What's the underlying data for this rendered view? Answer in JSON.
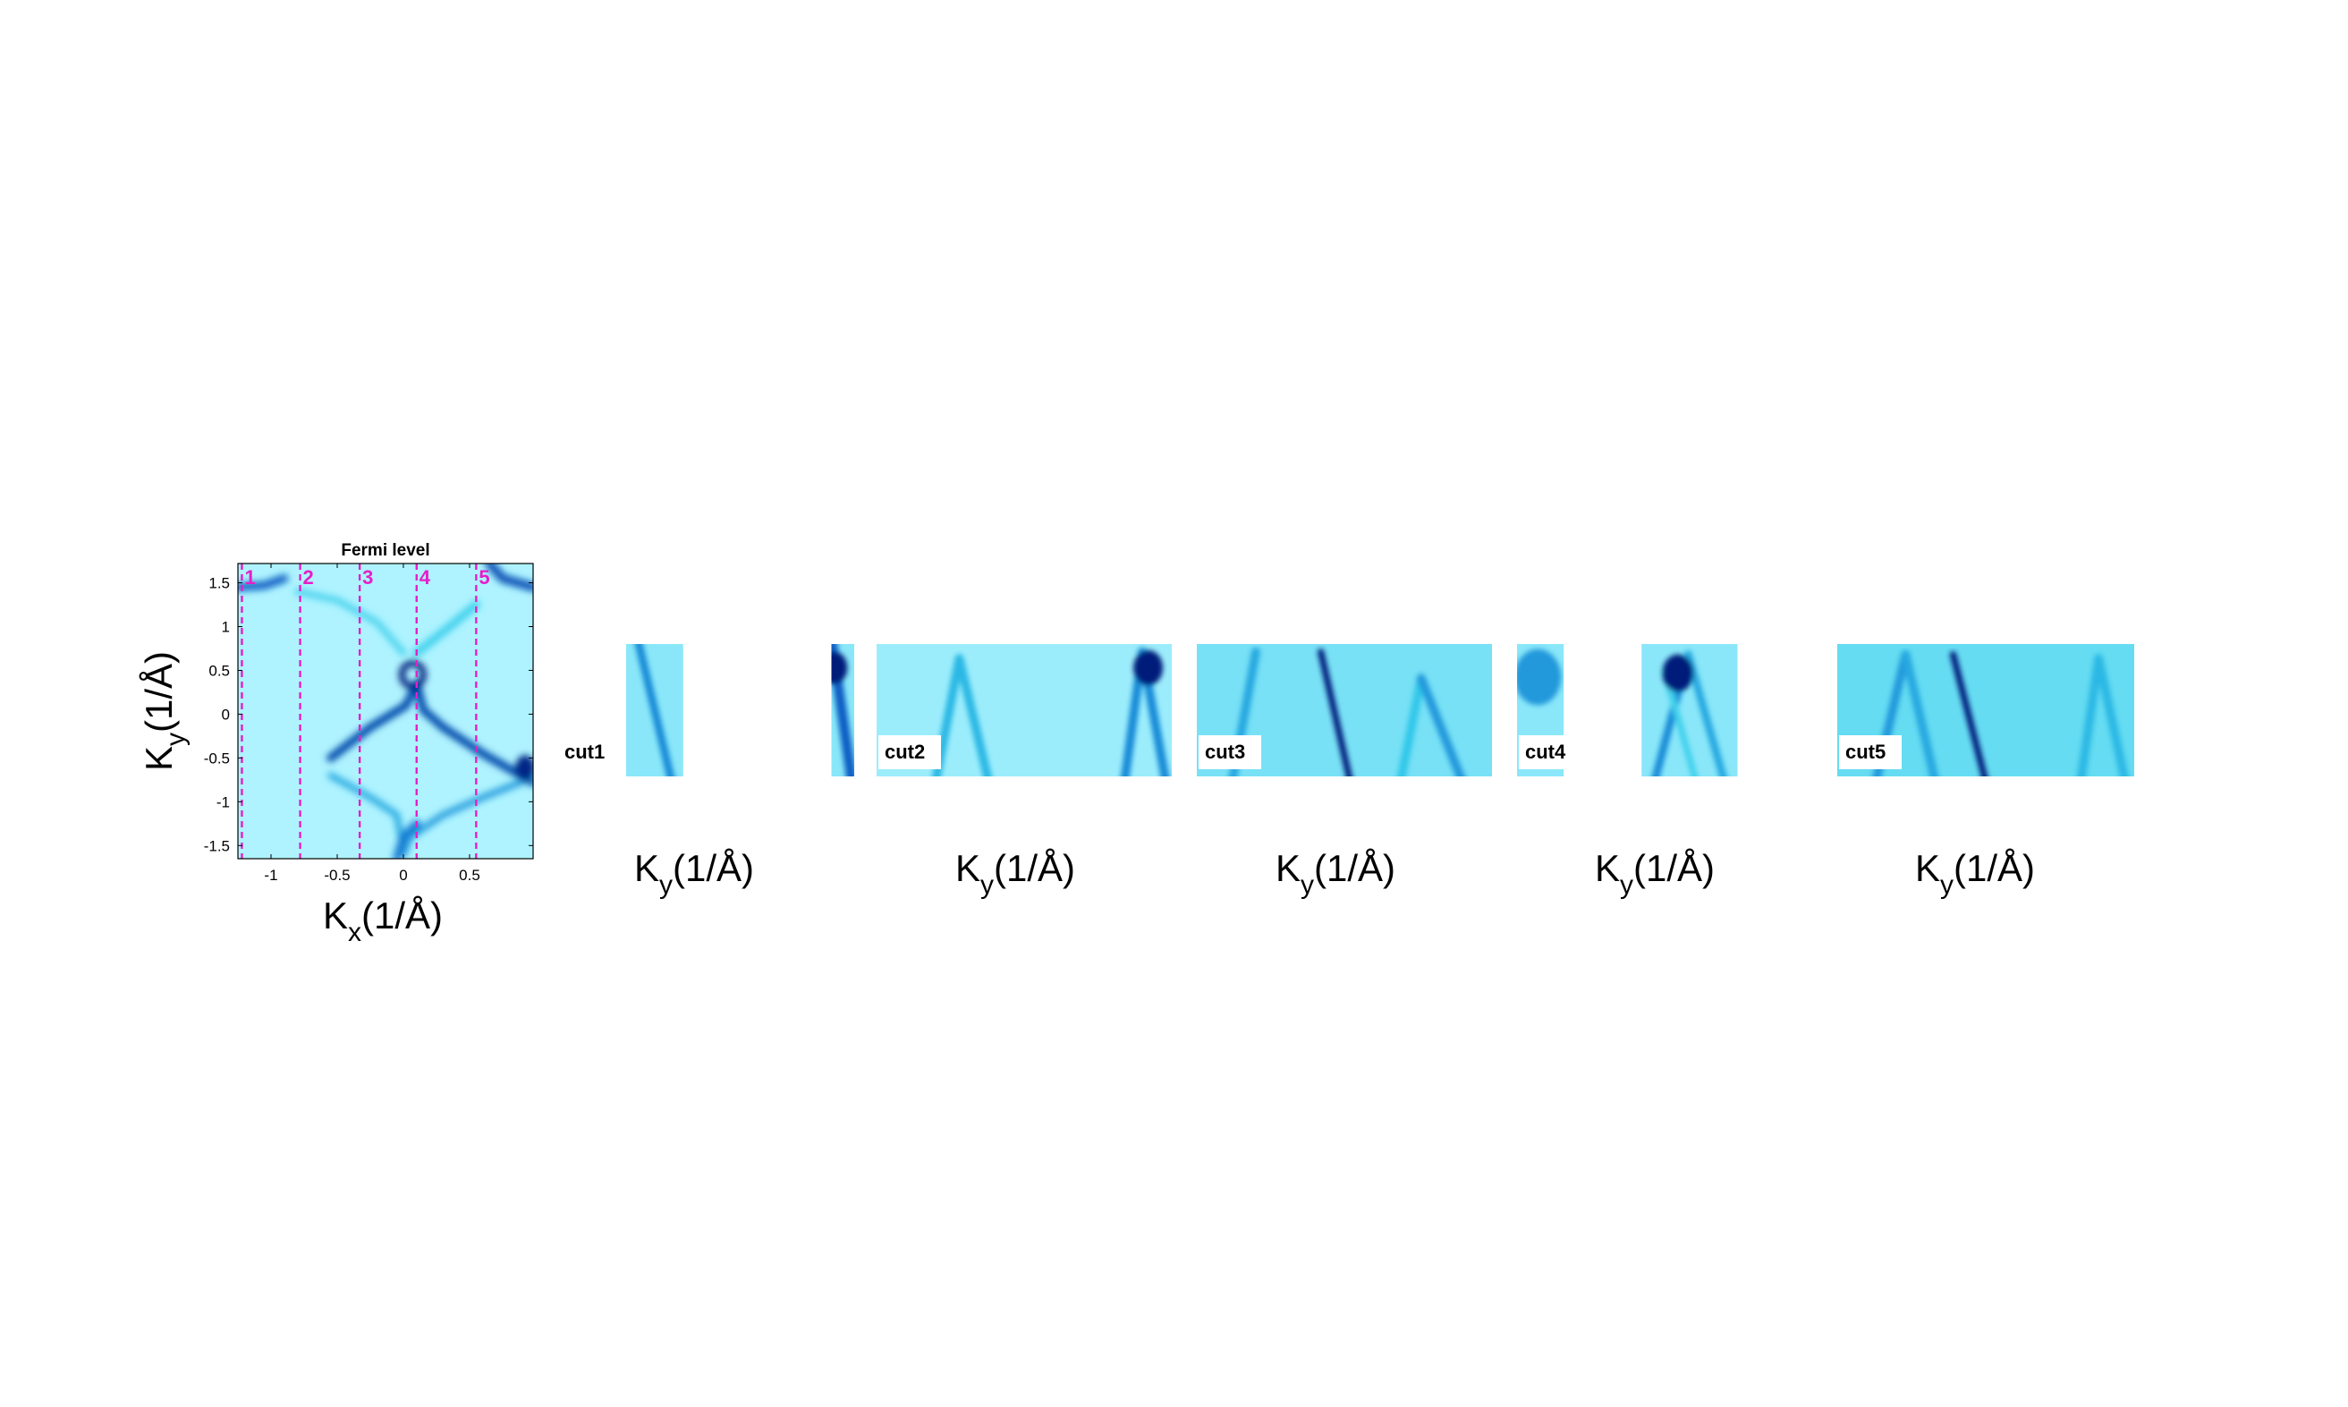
{
  "chart_data": [
    {
      "type": "heatmap",
      "title": "Fermi level",
      "xlabel_main": "K",
      "xlabel_sub": "x",
      "xlabel_unit": "(1/Å)",
      "ylabel_main": "K",
      "ylabel_sub": "y",
      "ylabel_unit": "(1/Å)",
      "xlim": [
        -1.25,
        0.98
      ],
      "ylim": [
        1.72,
        -1.65
      ],
      "xticks": [
        -1,
        -0.5,
        0,
        0.5
      ],
      "xtick_labels": [
        "-1",
        "-0.5",
        "0",
        "0.5"
      ],
      "yticks": [
        -1.5,
        -1,
        -0.5,
        0,
        0.5,
        1,
        1.5
      ],
      "ytick_labels": [
        "-1.5",
        "-1",
        "-0.5",
        "0",
        "0.5",
        "1",
        "1.5"
      ],
      "grid": false,
      "colormap": [
        "#aef3ff",
        "#35ccea",
        "#0a66cc",
        "#001c7a"
      ],
      "cut_lines": {
        "color": "#e61ec8",
        "labels": [
          "1",
          "2",
          "3",
          "4",
          "5"
        ],
        "kx": [
          -1.22,
          -0.78,
          -0.33,
          0.1,
          0.55
        ]
      }
    },
    {
      "type": "heatmap",
      "label": "cut1",
      "xlabel_main": "K",
      "xlabel_sub": "y",
      "xlabel_unit": "(1/Å)",
      "bands": [
        {
          "x0": 0.05,
          "y0": 0.0,
          "x1": 0.2,
          "y1": 1.0,
          "w": 0.035,
          "i": 0.55
        },
        {
          "x0": 0.9,
          "y0": 0.0,
          "x1": 0.99,
          "y1": 1.0,
          "w": 0.045,
          "i": 0.7
        }
      ],
      "hotspots": [
        {
          "x": 0.91,
          "y": 0.18,
          "r": 0.06,
          "i": 1.0
        }
      ],
      "white_regions": [
        [
          0.25,
          0.0,
          0.9,
          1.0
        ]
      ]
    },
    {
      "type": "heatmap",
      "label": "cut2",
      "xlabel_main": "K",
      "xlabel_sub": "y",
      "xlabel_unit": "(1/Å)",
      "bands": [
        {
          "x0": 0.28,
          "y0": 0.15,
          "x1": 0.2,
          "y1": 1.0,
          "w": 0.03,
          "i": 0.4
        },
        {
          "x0": 0.28,
          "y0": 0.15,
          "x1": 0.38,
          "y1": 1.0,
          "w": 0.03,
          "i": 0.4
        },
        {
          "x0": 0.9,
          "y0": 0.1,
          "x1": 0.84,
          "y1": 1.0,
          "w": 0.03,
          "i": 0.55
        },
        {
          "x0": 0.9,
          "y0": 0.1,
          "x1": 0.98,
          "y1": 1.0,
          "w": 0.03,
          "i": 0.55
        }
      ],
      "hotspots": [
        {
          "x": 0.92,
          "y": 0.18,
          "r": 0.05,
          "i": 1.0
        }
      ],
      "background": 0.05
    },
    {
      "type": "heatmap",
      "label": "cut3",
      "xlabel_main": "K",
      "xlabel_sub": "y",
      "xlabel_unit": "(1/Å)",
      "bands": [
        {
          "x0": 0.42,
          "y0": 0.1,
          "x1": 0.52,
          "y1": 1.0,
          "w": 0.022,
          "i": 1.0
        },
        {
          "x0": 0.2,
          "y0": 0.1,
          "x1": 0.12,
          "y1": 1.0,
          "w": 0.03,
          "i": 0.45
        },
        {
          "x0": 0.76,
          "y0": 0.3,
          "x1": 0.69,
          "y1": 1.0,
          "w": 0.03,
          "i": 0.35
        },
        {
          "x0": 0.76,
          "y0": 0.3,
          "x1": 0.9,
          "y1": 1.0,
          "w": 0.03,
          "i": 0.5
        }
      ],
      "hotspots": [],
      "background": 0.15
    },
    {
      "type": "heatmap",
      "label": "cut4",
      "xlabel_main": "K",
      "xlabel_sub": "y",
      "xlabel_unit": "(1/Å)",
      "bands": [
        {
          "x0": 0.66,
          "y0": 0.12,
          "x1": 0.53,
          "y1": 1.0,
          "w": 0.03,
          "i": 0.55
        },
        {
          "x0": 0.66,
          "y0": 0.12,
          "x1": 0.8,
          "y1": 1.0,
          "w": 0.03,
          "i": 0.45
        },
        {
          "x0": 0.57,
          "y0": 0.25,
          "x1": 0.69,
          "y1": 1.0,
          "w": 0.025,
          "i": 0.3
        }
      ],
      "hotspots": [
        {
          "x": 0.62,
          "y": 0.22,
          "r": 0.06,
          "i": 1.0
        },
        {
          "x": 0.08,
          "y": 0.25,
          "r": 0.09,
          "i": 0.5
        }
      ],
      "white_regions": [
        [
          0.18,
          0.0,
          0.48,
          1.0
        ],
        [
          0.85,
          0.0,
          1.0,
          1.0
        ]
      ]
    },
    {
      "type": "heatmap",
      "label": "cut5",
      "xlabel_main": "K",
      "xlabel_sub": "y",
      "xlabel_unit": "(1/Å)",
      "bands": [
        {
          "x0": 0.39,
          "y0": 0.12,
          "x1": 0.5,
          "y1": 1.0,
          "w": 0.022,
          "i": 1.0
        },
        {
          "x0": 0.23,
          "y0": 0.12,
          "x1": 0.13,
          "y1": 1.0,
          "w": 0.03,
          "i": 0.5
        },
        {
          "x0": 0.23,
          "y0": 0.12,
          "x1": 0.33,
          "y1": 1.0,
          "w": 0.03,
          "i": 0.45
        },
        {
          "x0": 0.88,
          "y0": 0.15,
          "x1": 0.82,
          "y1": 1.0,
          "w": 0.03,
          "i": 0.4
        },
        {
          "x0": 0.88,
          "y0": 0.15,
          "x1": 0.97,
          "y1": 1.0,
          "w": 0.03,
          "i": 0.4
        }
      ],
      "hotspots": [],
      "background": 0.2
    }
  ]
}
